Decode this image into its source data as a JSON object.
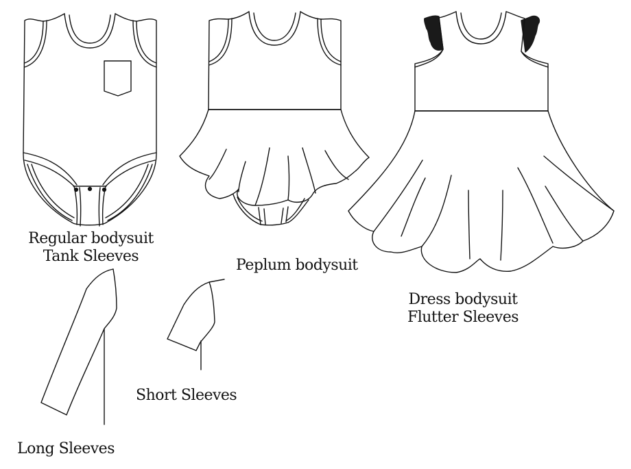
{
  "garments": [
    {
      "id": "regular",
      "label_line1": "Regular bodysuit",
      "label_line2": "Tank Sleeves"
    },
    {
      "id": "peplum",
      "label_line1": "Peplum bodysuit"
    },
    {
      "id": "dress",
      "label_line1": "Dress bodysuit",
      "label_line2": "Flutter Sleeves"
    }
  ],
  "sleeves": [
    {
      "id": "long",
      "label": "Long Sleeves"
    },
    {
      "id": "short",
      "label": "Short Sleeves"
    }
  ],
  "colors": {
    "line": "#111111",
    "flutter": "#1a1a1a",
    "background": "#ffffff"
  }
}
